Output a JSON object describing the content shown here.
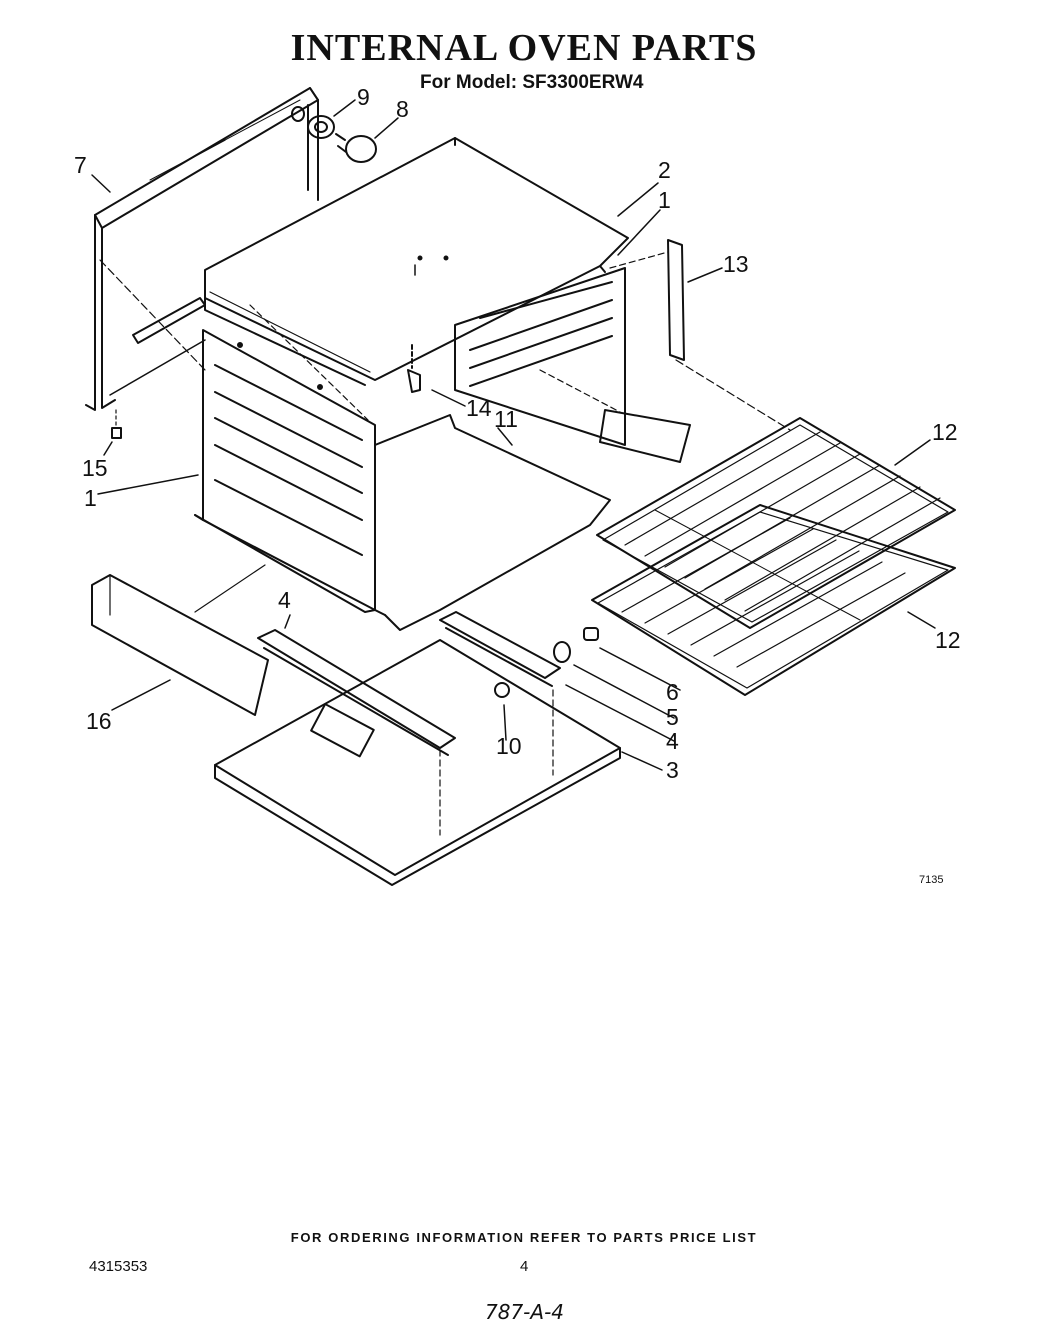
{
  "header": {
    "title": "INTERNAL OVEN PARTS",
    "subtitle": "For Model: SF3300ERW4"
  },
  "callouts": {
    "c1a": "1",
    "c1b": "1",
    "c2": "2",
    "c3": "3",
    "c4a": "4",
    "c4b": "4",
    "c5": "5",
    "c6": "6",
    "c7": "7",
    "c8": "8",
    "c9": "9",
    "c10": "10",
    "c11": "11",
    "c12a": "12",
    "c12b": "12",
    "c13": "13",
    "c14": "14",
    "c15": "15",
    "c16": "16"
  },
  "figure_code": "7135",
  "footer": {
    "ordering_note": "FOR ORDERING INFORMATION REFER TO PARTS PRICE LIST",
    "doc_number": "4315353",
    "page_number": "4",
    "handwritten": "787-A-4"
  }
}
